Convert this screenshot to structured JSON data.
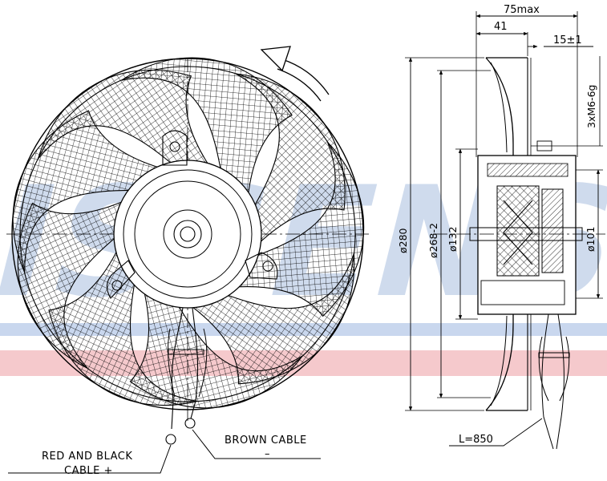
{
  "labels": {
    "red_black_line1": "RED AND BLACK",
    "red_black_line2": "CABLE +",
    "brown_line1": "BROWN CABLE",
    "brown_line2": "–"
  },
  "dimensions": {
    "overall_depth": "75max",
    "hub_depth": "41",
    "mount_offset": "15±1",
    "mount_thread": "3xM6-6g",
    "outer_diameter": "ø280",
    "ring_diameter": "ø268-2",
    "hub_diameter": "ø132",
    "motor_diameter": "ø101",
    "cable_length": "L=850"
  },
  "watermark": {
    "text": "NISSENS",
    "color": "#a9bfe0",
    "stripe_blue": "#c9d7ee",
    "stripe_pink": "#f5c9cc"
  }
}
